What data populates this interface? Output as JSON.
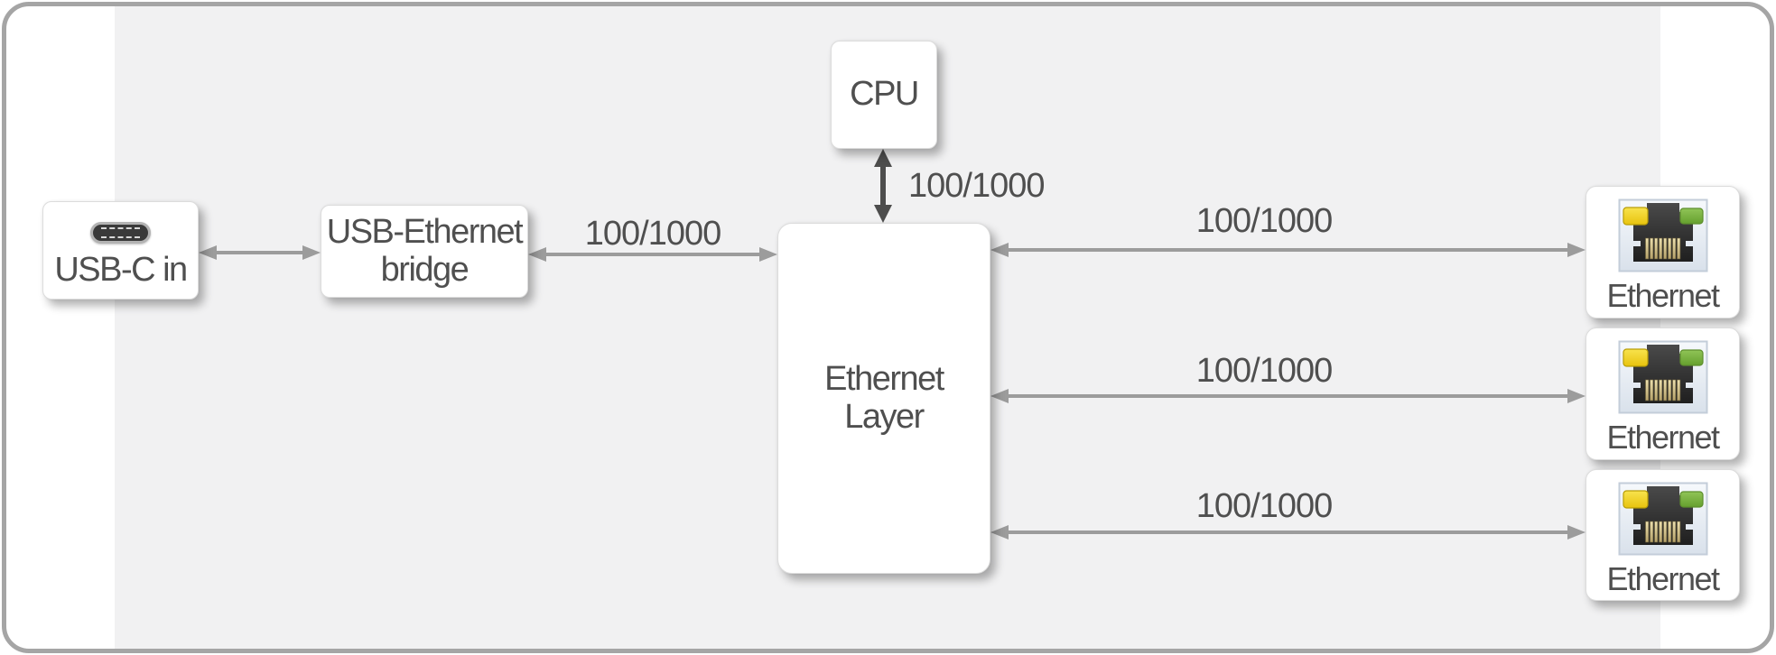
{
  "diagram": {
    "nodes": {
      "usb_c_in": {
        "label": "USB-C in",
        "icon": "usb-c-connector-icon"
      },
      "usb_ethernet_bridge": {
        "line1": "USB-Ethernet",
        "line2": "bridge"
      },
      "cpu": {
        "label": "CPU"
      },
      "ethernet_layer": {
        "line1": "Ethernet",
        "line2": "Layer"
      },
      "ethernet_ports": [
        {
          "label": "Ethernet",
          "icon": "rj45-port-icon"
        },
        {
          "label": "Ethernet",
          "icon": "rj45-port-icon"
        },
        {
          "label": "Ethernet",
          "icon": "rj45-port-icon"
        }
      ]
    },
    "links": {
      "bridge_to_layer": "100/1000",
      "cpu_to_layer": "100/1000",
      "layer_to_port_1": "100/1000",
      "layer_to_port_2": "100/1000",
      "layer_to_port_3": "100/1000"
    },
    "colors": {
      "canvas_bg": "#ffffff",
      "panel_bg": "#f1f1f2",
      "outline_border": "#a5a5a5",
      "arrow": "#9c9c9c",
      "arrow_dark": "#4d4d4d",
      "text": "#4f4f4f",
      "node_bg": "#ffffff",
      "jack_body": "#2e2e2e",
      "led_yellow": "#f1d21d",
      "led_green": "#7cb342",
      "pin_gold": "#d6c693",
      "port_icon_bg": "#e6edf4"
    }
  }
}
